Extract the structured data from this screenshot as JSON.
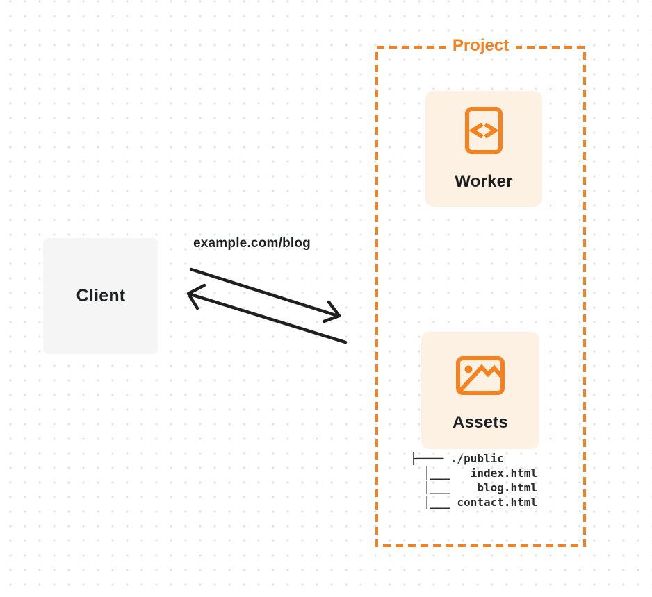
{
  "diagram": {
    "client": {
      "label": "Client"
    },
    "request_url": "example.com/blog",
    "arrows": {
      "forward": "client-to-project",
      "backward": "project-to-client"
    },
    "project": {
      "label": "Project",
      "worker": {
        "label": "Worker",
        "icon": "code-file-icon"
      },
      "assets": {
        "label": "Assets",
        "icon": "image-icon"
      },
      "file_tree": [
        "├──── ./public",
        "  │___   index.html",
        "  │___    blog.html",
        "  │___ contact.html"
      ]
    }
  },
  "colors": {
    "accent_orange": "#f6821f",
    "card_cream": "#fdf1e3",
    "client_gray": "#f5f5f6",
    "arrow_dark": "#1f1f1f",
    "text_dark": "#1d1f20",
    "dot_grid": "#e2e2e2",
    "background": "#ffffff"
  }
}
